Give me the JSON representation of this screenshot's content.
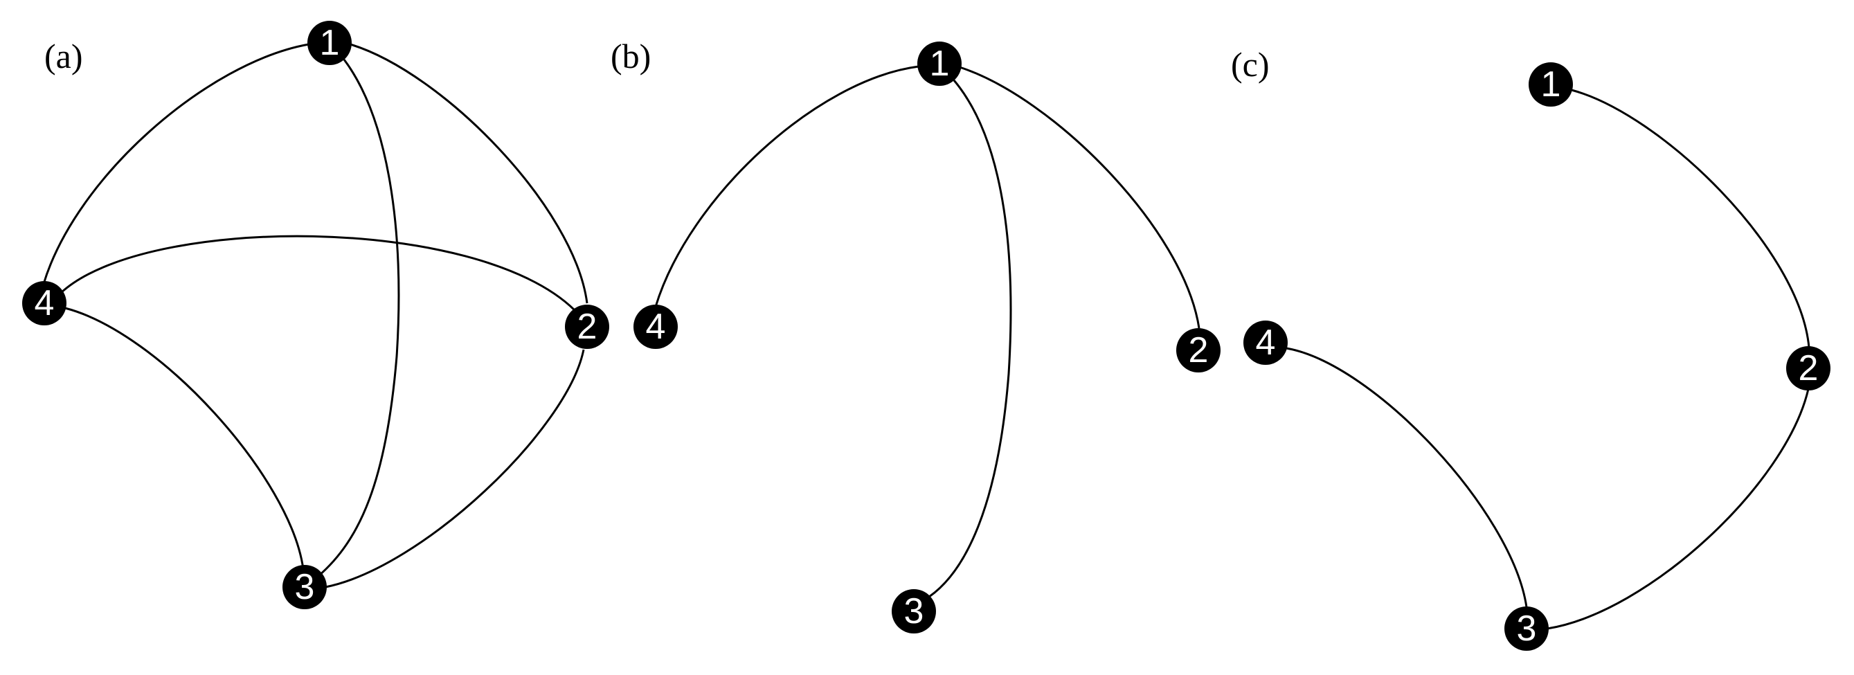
{
  "colors": {
    "background": "#ffffff",
    "node_fill": "#000000",
    "node_text": "#ffffff",
    "edge": "#000000",
    "label_text": "#000000"
  },
  "panels": [
    {
      "label": "(a)",
      "nodes": [
        "1",
        "2",
        "3",
        "4"
      ],
      "edges": [
        [
          "4",
          "1"
        ],
        [
          "1",
          "2"
        ],
        [
          "1",
          "3"
        ],
        [
          "4",
          "2"
        ],
        [
          "4",
          "3"
        ],
        [
          "2",
          "3"
        ]
      ]
    },
    {
      "label": "(b)",
      "nodes": [
        "1",
        "2",
        "3",
        "4"
      ],
      "edges": [
        [
          "4",
          "1"
        ],
        [
          "1",
          "2"
        ],
        [
          "1",
          "3"
        ]
      ]
    },
    {
      "label": "(c)",
      "nodes": [
        "1",
        "2",
        "3",
        "4"
      ],
      "edges": [
        [
          "1",
          "2"
        ],
        [
          "2",
          "3"
        ],
        [
          "4",
          "3"
        ]
      ]
    }
  ]
}
